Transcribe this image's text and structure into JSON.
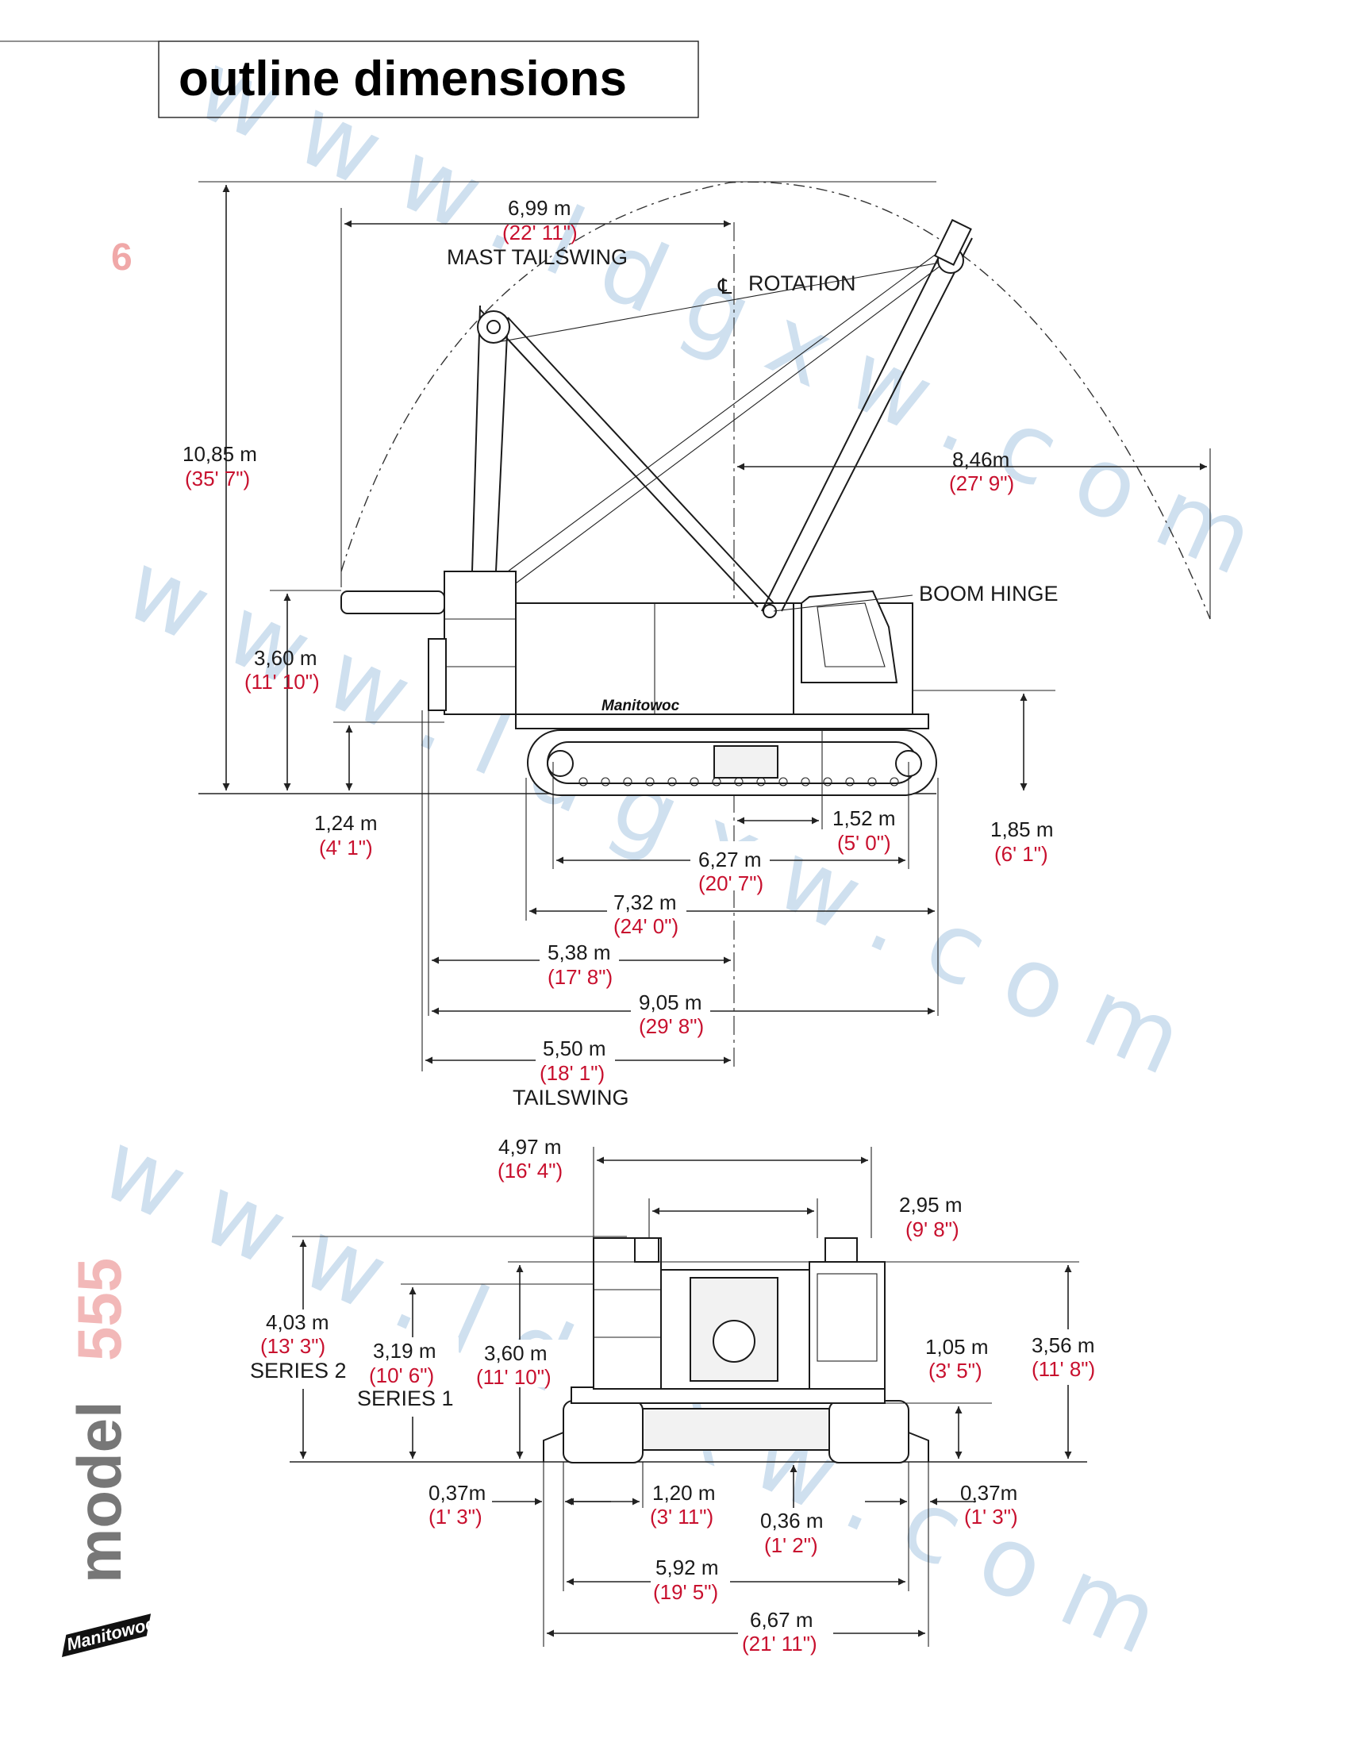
{
  "header": {
    "title": "outline dimensions",
    "page_number": "6"
  },
  "side": {
    "model_word": "model",
    "model_number": "555"
  },
  "brand": {
    "logo_text": "Manitowoc",
    "body_text": "Manitowoc"
  },
  "watermark": {
    "text": "www.ldgxw.com"
  },
  "side_view": {
    "centerline_label": "ROTATION",
    "mast_tailswing": {
      "metric": "6,99 m",
      "imperial": "(22' 11\")",
      "label": "MAST TAILSWING"
    },
    "overall_height": {
      "metric": "10,85 m",
      "imperial": "(35' 7\")"
    },
    "boom_radius": {
      "metric": "8,46m",
      "imperial": "(27' 9\")"
    },
    "boom_hinge_label": "BOOM HINGE",
    "counterweight_height": {
      "metric": "3,60 m",
      "imperial": "(11' 10\")"
    },
    "ground_clearance": {
      "metric": "1,24 m",
      "imperial": "(4' 1\")"
    },
    "hinge_height": {
      "metric": "1,85 m",
      "imperial": "(6' 1\")"
    },
    "hinge_offset": {
      "metric": "1,52 m",
      "imperial": "(5' 0\")"
    },
    "tumbler_centers": {
      "metric": "6,27 m",
      "imperial": "(20' 7\")"
    },
    "track_length": {
      "metric": "7,32 m",
      "imperial": "(24' 0\")"
    },
    "rear_to_center": {
      "metric": "5,38 m",
      "imperial": "(17' 8\")"
    },
    "overall_length": {
      "metric": "9,05 m",
      "imperial": "(29' 8\")"
    },
    "tailswing": {
      "metric": "5,50 m",
      "imperial": "(18' 1\")",
      "label": "TAILSWING"
    }
  },
  "rear_view": {
    "upper_width": {
      "metric": "4,97 m",
      "imperial": "(16' 4\")"
    },
    "counterweight_width": {
      "metric": "2,95 m",
      "imperial": "(9' 8\")"
    },
    "series2_height": {
      "metric": "4,03 m",
      "imperial": "(13'  3\")",
      "label": "SERIES 2"
    },
    "series1_height": {
      "metric": "3,19 m",
      "imperial": "(10'  6\")",
      "label": "SERIES 1"
    },
    "cab_height": {
      "metric": "3,60 m",
      "imperial": "(11'  10\")"
    },
    "car_body_height": {
      "metric": "1,05 m",
      "imperial": "(3' 5\")"
    },
    "overall_height": {
      "metric": "3,56 m",
      "imperial": "(11' 8\")"
    },
    "left_overhang": {
      "metric": "0,37m",
      "imperial": "(1'  3\")"
    },
    "shoe_width": {
      "metric": "1,20 m",
      "imperial": "(3' 11\")"
    },
    "under_clearance": {
      "metric": "0,36 m",
      "imperial": "(1' 2\")"
    },
    "right_overhang": {
      "metric": "0,37m",
      "imperial": "(1' 3\")"
    },
    "track_gauge": {
      "metric": "5,92 m",
      "imperial": "(19' 5\")"
    },
    "overall_width": {
      "metric": "6,67 m",
      "imperial": "(21' 11\")"
    }
  }
}
